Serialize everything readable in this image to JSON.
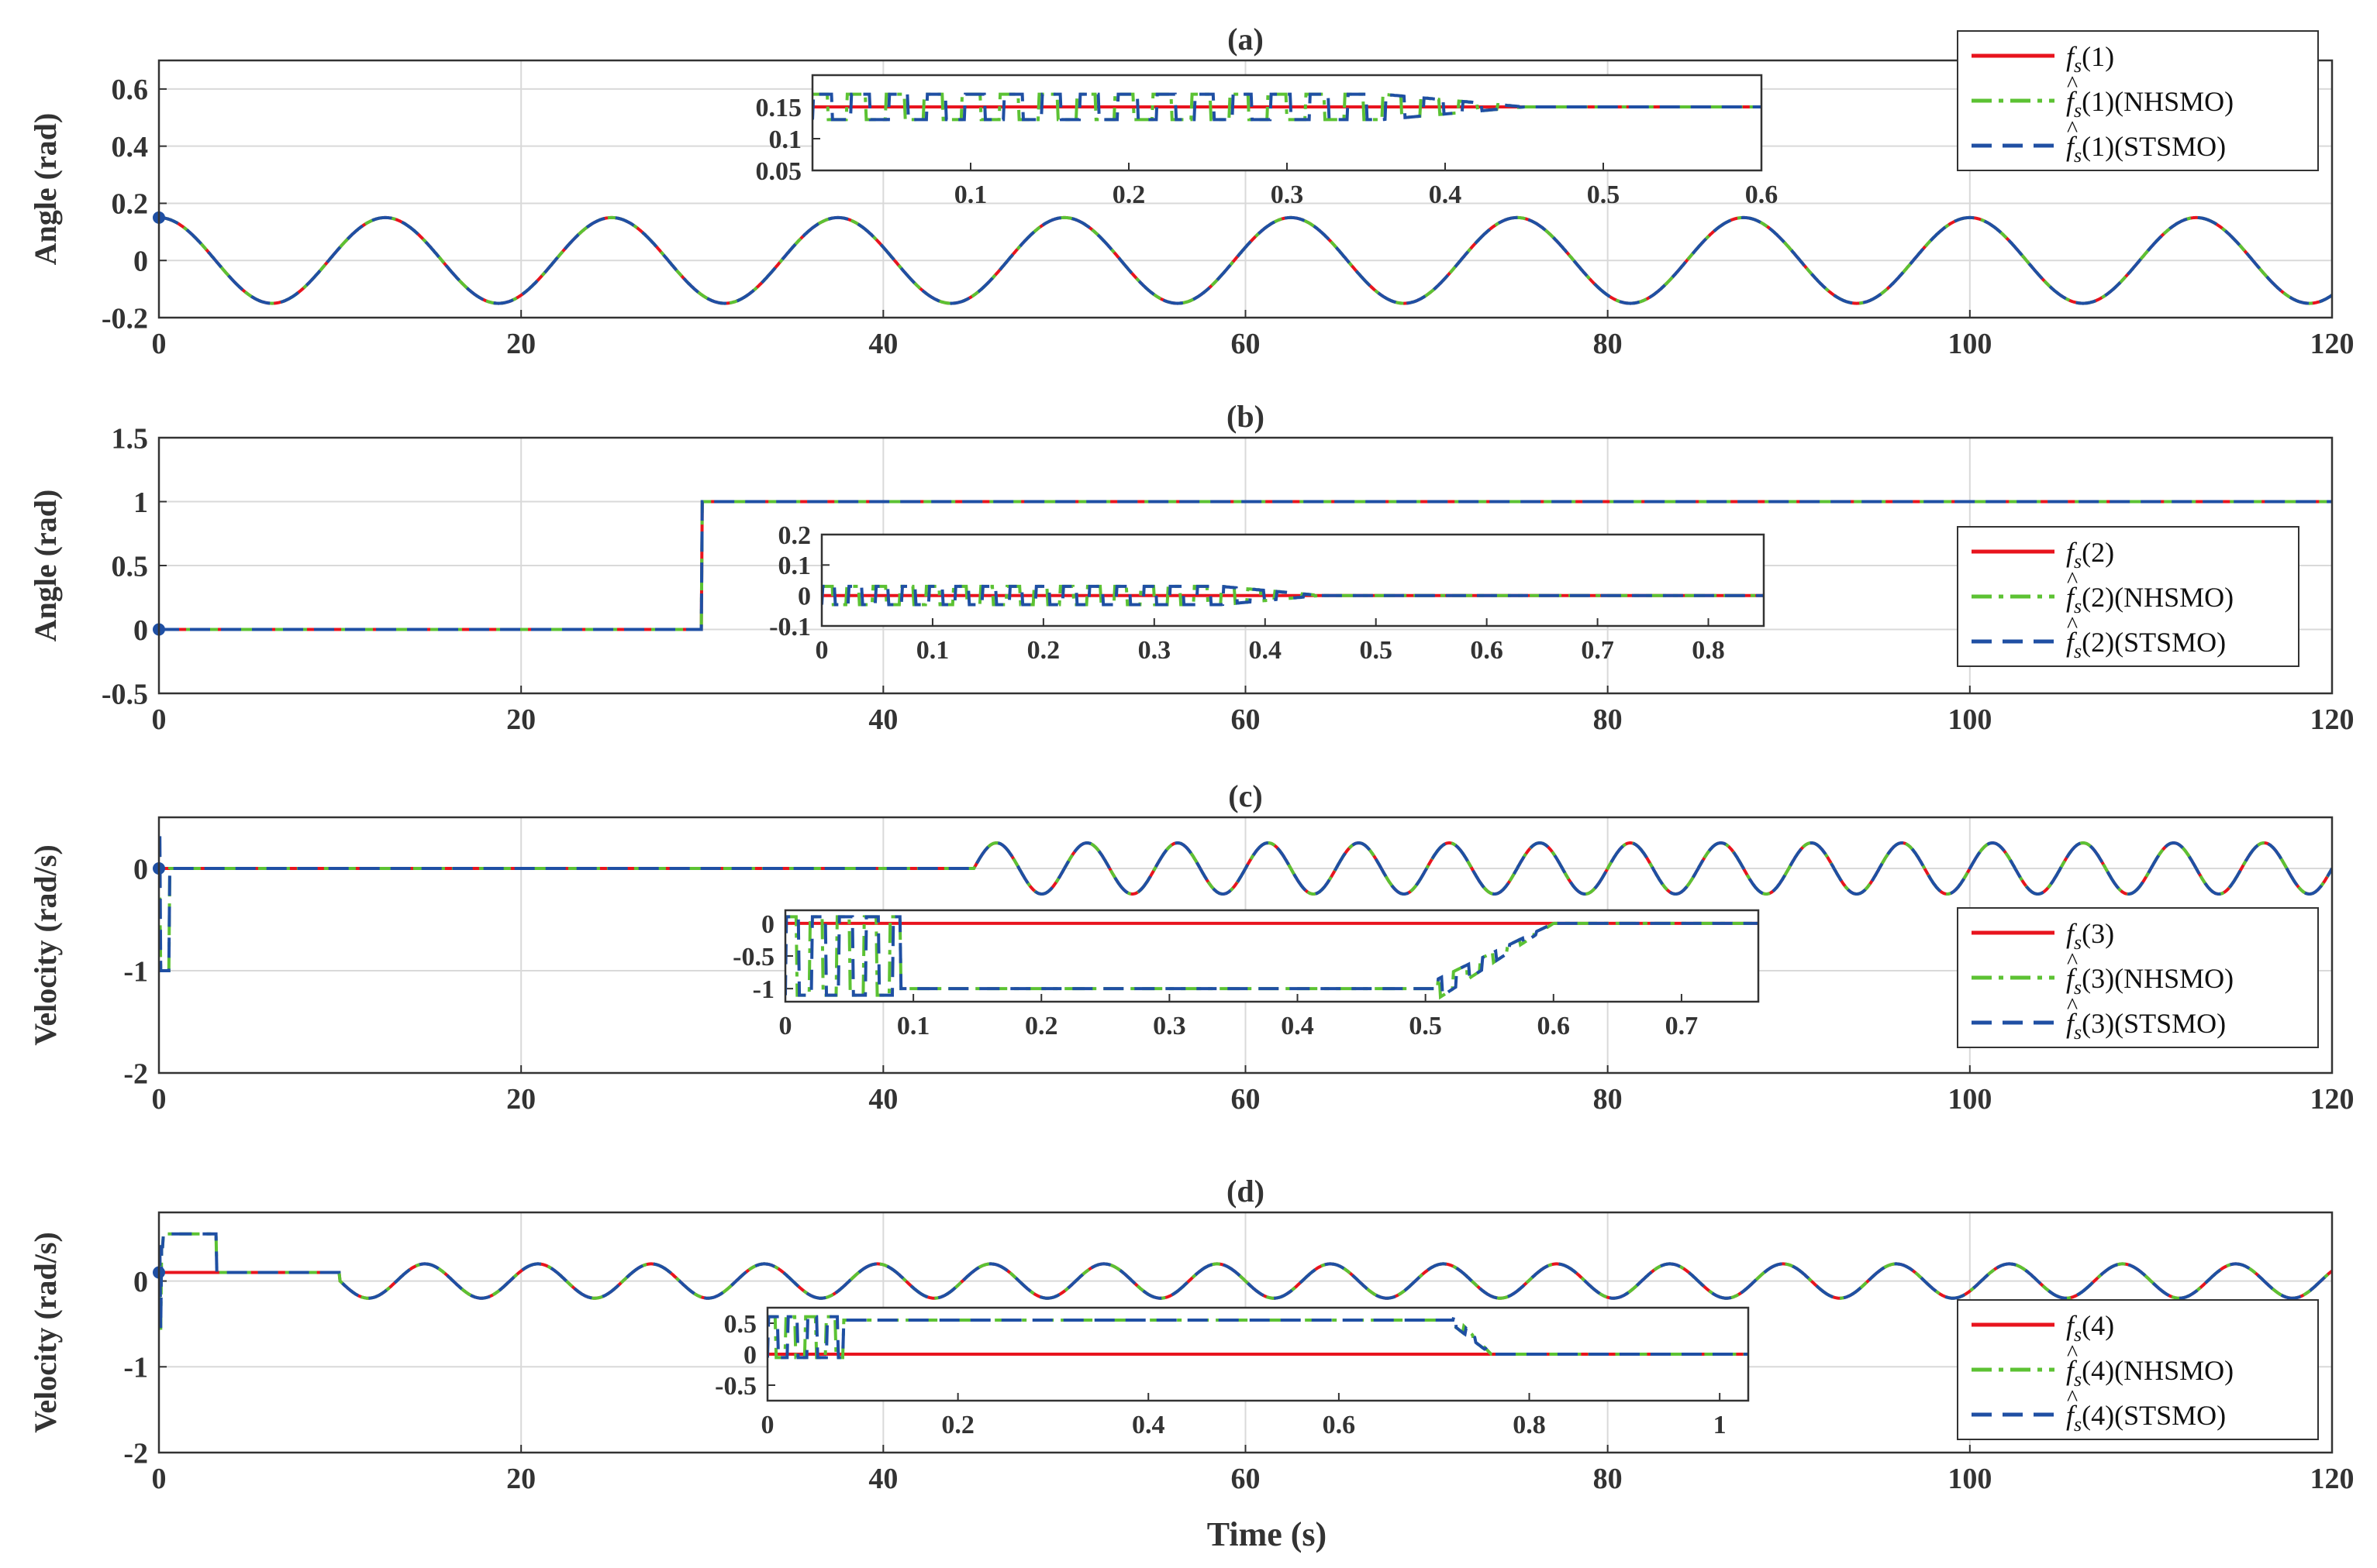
{
  "figure": {
    "xlabel": "Time (s)"
  },
  "colors": {
    "fs": "#e8141e",
    "nhsmo": "#5cc233",
    "stsmo": "#1f4fa3",
    "grid": "#d9d9d9",
    "axis": "#333333"
  },
  "chart_data": [
    {
      "type": "line",
      "title": "(a)",
      "ylabel": "Angle (rad)",
      "xlim": [
        0,
        120
      ],
      "ylim": [
        -0.2,
        0.7
      ],
      "xticks": [
        "0",
        "20",
        "40",
        "60",
        "80",
        "100",
        "120"
      ],
      "yticks": [
        "-0.2",
        "0",
        "0.2",
        "0.4",
        "0.6"
      ],
      "grid": true,
      "legend": "top-right",
      "signal": {
        "kind": "sine",
        "amplitude": 0.15,
        "period": 12.5,
        "phase": "cos",
        "start": 0
      },
      "series": [
        {
          "base": "f",
          "sub": "s",
          "arg": "(1)",
          "suffix": "",
          "hat": false,
          "color": "#e8141e",
          "style": "solid"
        },
        {
          "base": "f",
          "sub": "s",
          "arg": "(1)",
          "suffix": "(NHSMO)",
          "hat": true,
          "color": "#5cc233",
          "style": "dashdot"
        },
        {
          "base": "f",
          "sub": "s",
          "arg": "(1)",
          "suffix": "(STSMO)",
          "hat": true,
          "color": "#1f4fa3",
          "style": "dashed"
        }
      ],
      "inset": {
        "xlim": [
          0,
          0.6
        ],
        "ylim": [
          0.05,
          0.2
        ],
        "xticks": [
          "0.1",
          "0.2",
          "0.3",
          "0.4",
          "0.5",
          "0.6"
        ],
        "yticks": [
          "0.05",
          "0.1",
          "0.15"
        ],
        "true_value": 0.15,
        "chatter_amplitude": 0.02,
        "converge_time": 0.45
      }
    },
    {
      "type": "line",
      "title": "(b)",
      "ylabel": "Angle (rad)",
      "xlim": [
        0,
        120
      ],
      "ylim": [
        -0.5,
        1.5
      ],
      "xticks": [
        "0",
        "20",
        "40",
        "60",
        "80",
        "100",
        "120"
      ],
      "yticks": [
        "-0.5",
        "0",
        "0.5",
        "1",
        "1.5"
      ],
      "grid": true,
      "legend": "right",
      "signal": {
        "kind": "step",
        "before": 0,
        "after": 1,
        "step_time": 30
      },
      "series": [
        {
          "base": "f",
          "sub": "s",
          "arg": "(2)",
          "suffix": "",
          "hat": false,
          "color": "#e8141e",
          "style": "solid"
        },
        {
          "base": "f",
          "sub": "s",
          "arg": "(2)",
          "suffix": "(NHSMO)",
          "hat": true,
          "color": "#5cc233",
          "style": "dashdot"
        },
        {
          "base": "f",
          "sub": "s",
          "arg": "(2)",
          "suffix": "(STSMO)",
          "hat": true,
          "color": "#1f4fa3",
          "style": "dashed"
        }
      ],
      "inset": {
        "xlim": [
          0,
          0.85
        ],
        "ylim": [
          -0.1,
          0.2
        ],
        "xticks": [
          "0",
          "0.1",
          "0.2",
          "0.3",
          "0.4",
          "0.5",
          "0.6",
          "0.7",
          "0.8"
        ],
        "yticks": [
          "-0.1",
          "0",
          "0.1",
          "0.2"
        ],
        "true_value": 0,
        "chatter_amplitude": 0.03,
        "converge_time": 0.45
      }
    },
    {
      "type": "line",
      "title": "(c)",
      "ylabel": "Velocity (rad/s)",
      "xlim": [
        0,
        120
      ],
      "ylim": [
        -2,
        0.5
      ],
      "xticks": [
        "0",
        "20",
        "40",
        "60",
        "80",
        "100",
        "120"
      ],
      "yticks": [
        "-2",
        "-1",
        "0"
      ],
      "grid": true,
      "legend": "right",
      "signal": {
        "kind": "sine",
        "amplitude": 0.25,
        "period": 5.0,
        "phase": "sin",
        "start": 45,
        "before": 0,
        "initial_dip": {
          "from": 0,
          "to": 0.6,
          "value": -1
        }
      },
      "series": [
        {
          "base": "f",
          "sub": "s",
          "arg": "(3)",
          "suffix": "",
          "hat": false,
          "color": "#e8141e",
          "style": "solid"
        },
        {
          "base": "f",
          "sub": "s",
          "arg": "(3)",
          "suffix": "(NHSMO)",
          "hat": true,
          "color": "#5cc233",
          "style": "dashdot"
        },
        {
          "base": "f",
          "sub": "s",
          "arg": "(3)",
          "suffix": "(STSMO)",
          "hat": true,
          "color": "#1f4fa3",
          "style": "dashed"
        }
      ],
      "inset": {
        "xlim": [
          0,
          0.76
        ],
        "ylim": [
          -1.2,
          0.2
        ],
        "xticks": [
          "0",
          "0.1",
          "0.2",
          "0.3",
          "0.4",
          "0.5",
          "0.6",
          "0.7"
        ],
        "yticks": [
          "-1",
          "-0.5",
          "0"
        ],
        "true_value": 0,
        "estimate_plateau": -1,
        "plateau_from": 0.09,
        "plateau_to": 0.51,
        "converge_time": 0.6
      }
    },
    {
      "type": "line",
      "title": "(d)",
      "ylabel": "Velocity (rad/s)",
      "xlim": [
        0,
        120
      ],
      "ylim": [
        -2,
        0.8
      ],
      "xticks": [
        "0",
        "20",
        "40",
        "60",
        "80",
        "100",
        "120"
      ],
      "yticks": [
        "-2",
        "-1",
        "0"
      ],
      "grid": true,
      "legend": "right",
      "signal": {
        "kind": "sine",
        "amplitude": 0.2,
        "period": 6.25,
        "phase": "negsin",
        "start": 10,
        "before": 0.1,
        "initial_spike": 0.55
      },
      "series": [
        {
          "base": "f",
          "sub": "s",
          "arg": "(4)",
          "suffix": "",
          "hat": false,
          "color": "#e8141e",
          "style": "solid"
        },
        {
          "base": "f",
          "sub": "s",
          "arg": "(4)",
          "suffix": "(NHSMO)",
          "hat": true,
          "color": "#5cc233",
          "style": "dashdot"
        },
        {
          "base": "f",
          "sub": "s",
          "arg": "(4)",
          "suffix": "(STSMO)",
          "hat": true,
          "color": "#1f4fa3",
          "style": "dashed"
        }
      ],
      "inset": {
        "xlim": [
          0,
          1.03
        ],
        "ylim": [
          -0.75,
          0.75
        ],
        "xticks": [
          "0",
          "0.2",
          "0.4",
          "0.6",
          "0.8",
          "1"
        ],
        "yticks": [
          "-0.5",
          "0",
          "0.5"
        ],
        "true_value": 0,
        "estimate_plateau": 0.55,
        "plateau_from": 0.08,
        "plateau_to": 0.72,
        "converge_time": 0.76
      }
    }
  ]
}
